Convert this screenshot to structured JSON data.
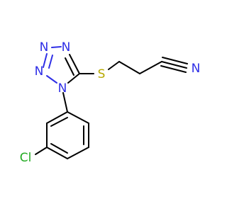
{
  "molecule": {
    "atoms": {
      "n1": "N",
      "n2": "N",
      "n3": "N",
      "n4": "N",
      "s": "S",
      "cl": "Cl",
      "n_nitrile": "N"
    },
    "colors": {
      "bond": "#000000",
      "nitrogen": "#2f2fe6",
      "sulfur": "#b7a900",
      "chlorine": "#22aa22",
      "carbon": "#000000"
    }
  }
}
